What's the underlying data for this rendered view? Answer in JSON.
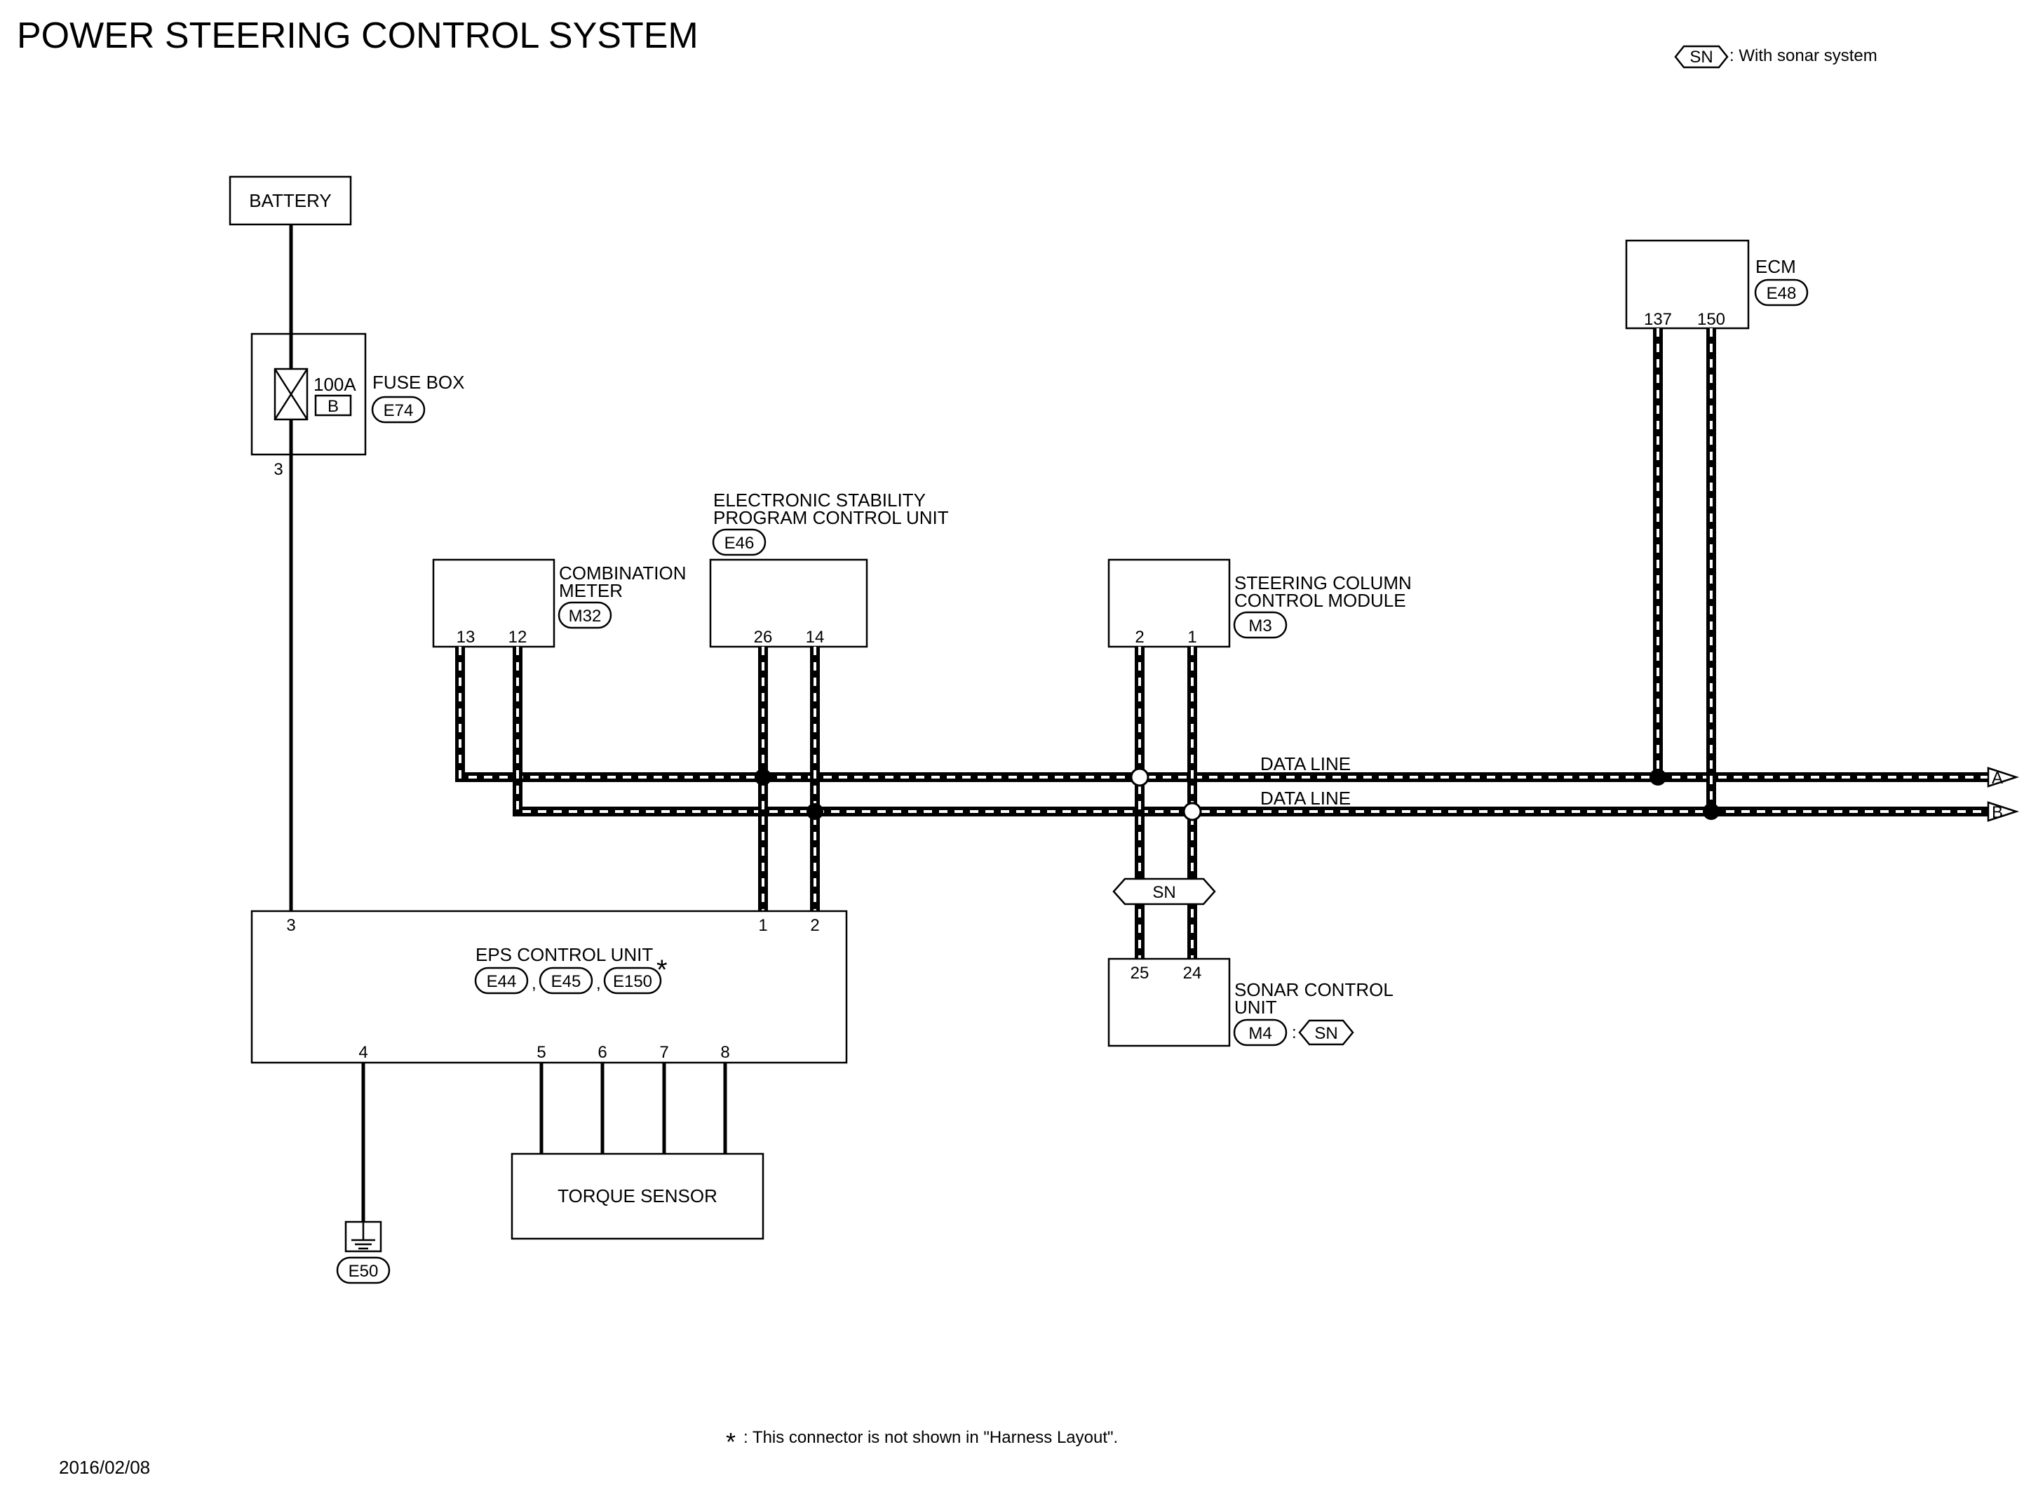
{
  "title": "POWER STEERING CONTROL SYSTEM",
  "legend": {
    "tag": "SN",
    "text": ": With sonar system"
  },
  "battery": {
    "label": "BATTERY"
  },
  "fuse_box": {
    "label": "FUSE BOX",
    "connector": "E74",
    "rating": "100A",
    "fuse_id": "B",
    "pin": "3"
  },
  "ecm": {
    "label": "ECM",
    "connector": "E48",
    "pin_a": "137",
    "pin_b": "150"
  },
  "esp": {
    "label_line1": "ELECTRONIC STABILITY",
    "label_line2": "PROGRAM CONTROL UNIT",
    "connector": "E46",
    "pin_a": "26",
    "pin_b": "14"
  },
  "meter": {
    "label_line1": "COMBINATION",
    "label_line2": "METER",
    "connector": "M32",
    "pin_a": "13",
    "pin_b": "12"
  },
  "sccm": {
    "label_line1": "STEERING COLUMN",
    "label_line2": "CONTROL MODULE",
    "connector": "M3",
    "pin_a": "2",
    "pin_b": "1"
  },
  "data_lines": {
    "line_a_label": "DATA LINE",
    "line_b_label": "DATA LINE",
    "arrow_a": "A",
    "arrow_b": "B"
  },
  "sn_tag": "SN",
  "sonar": {
    "label_line1": "SONAR CONTROL",
    "label_line2": "UNIT",
    "connector": "M4",
    "separator": ":",
    "tag": "SN",
    "pin_a": "25",
    "pin_b": "24"
  },
  "eps": {
    "label": "EPS CONTROL UNIT",
    "connectors": [
      "E44",
      "E45",
      "E150"
    ],
    "comma": ",",
    "asterisk": "*",
    "pin_power": "3",
    "pin_can_a": "1",
    "pin_can_b": "2",
    "pin_ground": "4",
    "pin_ts1": "5",
    "pin_ts2": "6",
    "pin_ts3": "7",
    "pin_ts4": "8"
  },
  "torque_sensor": {
    "label": "TORQUE SENSOR"
  },
  "ground": {
    "connector": "E50"
  },
  "footnote": {
    "asterisk": "*",
    "text": ": This connector is not shown in \"Harness Layout\"."
  },
  "date": "2016/02/08"
}
